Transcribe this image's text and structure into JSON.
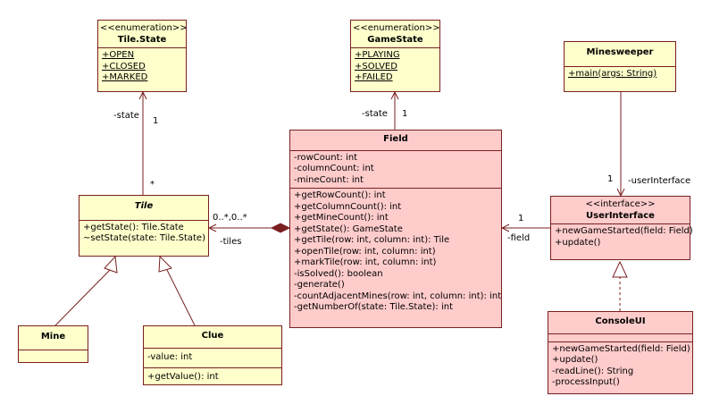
{
  "classes": {
    "tile_state": {
      "stereotype": "<<enumeration>>",
      "name": "Tile.State",
      "literals": [
        "+OPEN",
        "+CLOSED",
        "+MARKED"
      ]
    },
    "game_state": {
      "stereotype": "<<enumeration>>",
      "name": "GameState",
      "literals": [
        "+PLAYING",
        "+SOLVED",
        "+FAILED"
      ]
    },
    "minesweeper": {
      "name": "Minesweeper",
      "operations": [
        "+main(args: String)"
      ]
    },
    "field": {
      "name": "Field",
      "attributes": [
        "-rowCount: int",
        "-columnCount: int",
        "-mineCount: int"
      ],
      "operations": [
        "+getRowCount(): int",
        "+getColumnCount(): int",
        "+getMineCount(): int",
        "+getState(): GameState",
        "+getTile(row: int, column: int): Tile",
        "+openTile(row: int, column: int)",
        "+markTile(row: int, column: int)",
        "-isSolved(): boolean",
        "-generate()",
        "-countAdjacentMines(row: int, column: int): int",
        "-getNumberOf(state: Tile.State): int"
      ]
    },
    "tile": {
      "name": "Tile",
      "operations": [
        "+getState(): Tile.State",
        "~setState(state: Tile.State)"
      ]
    },
    "user_interface": {
      "stereotype": "<<interface>>",
      "name": "UserInterface",
      "operations": [
        "+newGameStarted(field: Field)",
        "+update()"
      ]
    },
    "mine": {
      "name": "Mine"
    },
    "clue": {
      "name": "Clue",
      "attributes": [
        "-value: int"
      ],
      "operations": [
        "+getValue(): int"
      ]
    },
    "console_ui": {
      "name": "ConsoleUI",
      "operations": [
        "+newGameStarted(field: Field)",
        "+update()",
        "-readLine(): String",
        "-processInput()"
      ]
    }
  },
  "labels": {
    "tile_state_role": "-state",
    "tile_state_mult": "1",
    "tile_state_star": "*",
    "game_state_role": "-state",
    "game_state_mult": "1",
    "tiles_mult": "0..*,0..*",
    "tiles_role": "-tiles",
    "ui_mult": "1",
    "ui_role": "-userInterface",
    "field_mult": "1",
    "field_role": "-field"
  },
  "colors": {
    "enum_fill": "#ffffcc",
    "class_fill": "#ffcccc",
    "line": "#7a1f1f"
  }
}
